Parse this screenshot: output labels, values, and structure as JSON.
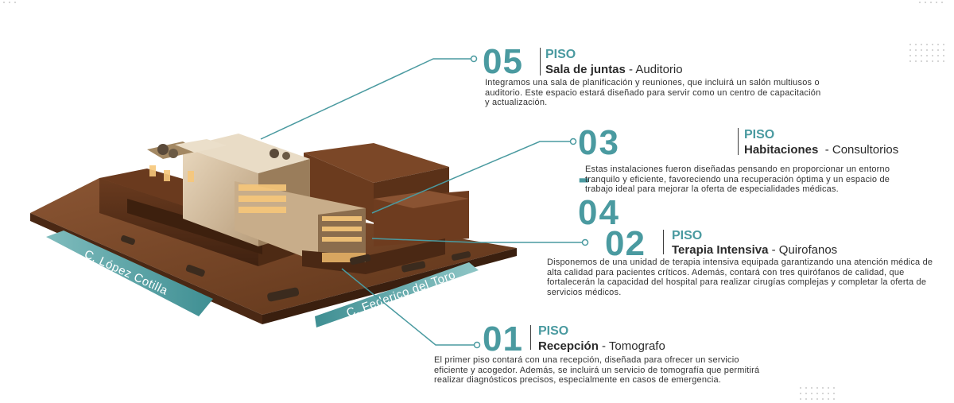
{
  "colors": {
    "accent": "#4a9aa0",
    "text": "#2b2b2b",
    "wood": "#7b4a2c",
    "street": "#5fa6a9"
  },
  "floors": [
    {
      "number": "05",
      "label": "PISO",
      "title_bold": "Sala de juntas",
      "title_sep": " - ",
      "title_rest": "Auditorio",
      "description": "Integramos una sala de planificación y reuniones, que incluirá un salón multiusos o auditorio. Este espacio estará diseñado para servir como un centro de capacitación y actualización."
    },
    {
      "number": "03 - 04",
      "label": "PISO",
      "title_bold": "Habitaciones",
      "title_sep": "  - ",
      "title_rest": "Consultorios",
      "description": "Estas instalaciones fueron diseñadas pensando en proporcionar un entorno tranquilo y eficiente, favoreciendo una recuperación óptima y un espacio de trabajo ideal para mejorar la oferta de especialidades médicas."
    },
    {
      "number": "02",
      "label": "PISO",
      "title_bold": "Terapia Intensiva",
      "title_sep": " - ",
      "title_rest": "Quirofanos",
      "description": "Disponemos de una unidad de terapia intensiva equipada garantizando una atención médica de alta calidad para pacientes críticos. Además, contará con tres quirófanos de calidad, que fortalecerán la capacidad del hospital para realizar cirugías complejas y completar la oferta de servicios médicos."
    },
    {
      "number": "01",
      "label": "PISO",
      "title_bold": "Recepción",
      "title_sep": " - ",
      "title_rest": "Tomografo",
      "description": "El primer piso contará con una recepción, diseñada para ofrecer un servicio eficiente y acogedor. Además, se incluirá un servicio de tomografía que permitirá realizar diagnósticos precisos, especialmente en casos de emergencia."
    }
  ],
  "streets": {
    "left": "C. López Cotilla",
    "right": "C. Federico del Toro"
  }
}
